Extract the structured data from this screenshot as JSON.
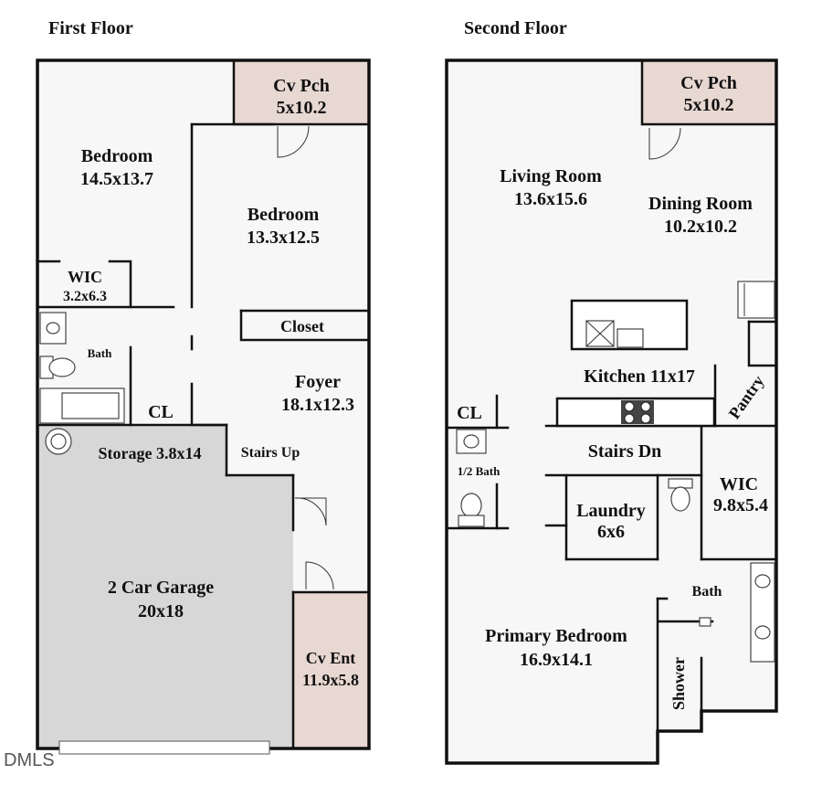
{
  "floors": {
    "first": {
      "title": "First Floor",
      "rooms": {
        "bedroom_left": {
          "name": "Bedroom",
          "size": "14.5x13.7"
        },
        "bedroom_right": {
          "name": "Bedroom",
          "size": "13.3x12.5"
        },
        "cv_pch": {
          "name": "Cv Pch",
          "size": "5x10.2"
        },
        "wic": {
          "name": "WIC",
          "size": "3.2x6.3"
        },
        "bath": {
          "name": "Bath"
        },
        "closet": {
          "name": "Closet"
        },
        "foyer": {
          "name": "Foyer",
          "size": "18.1x12.3"
        },
        "cl": {
          "name": "CL"
        },
        "storage": {
          "name": "Storage 3.8x14"
        },
        "stairs": {
          "name": "Stairs Up"
        },
        "garage": {
          "name": "2 Car Garage",
          "size": "20x18"
        },
        "cv_ent": {
          "name": "Cv Ent",
          "size": "11.9x5.8"
        }
      }
    },
    "second": {
      "title": "Second Floor",
      "rooms": {
        "cv_pch": {
          "name": "Cv Pch",
          "size": "5x10.2"
        },
        "living": {
          "name": "Living Room",
          "size": "13.6x15.6"
        },
        "dining": {
          "name": "Dining Room",
          "size": "10.2x10.2"
        },
        "kitchen": {
          "name": "Kitchen 11x17"
        },
        "pantry": {
          "name": "Pantry"
        },
        "cl": {
          "name": "CL"
        },
        "half_bath": {
          "name": "1/2 Bath"
        },
        "stairs": {
          "name": "Stairs Dn"
        },
        "laundry": {
          "name": "Laundry",
          "size": "6x6"
        },
        "wic": {
          "name": "WIC",
          "size": "9.8x5.4"
        },
        "bath": {
          "name": "Bath"
        },
        "primary": {
          "name": "Primary Bedroom",
          "size": "16.9x14.1"
        },
        "shower": {
          "name": "Shower"
        }
      }
    }
  },
  "watermark": "DMLS",
  "colors": {
    "porch": "#e8d8d2",
    "garage": "#d7d7d7",
    "room": "#f7f7f7"
  }
}
